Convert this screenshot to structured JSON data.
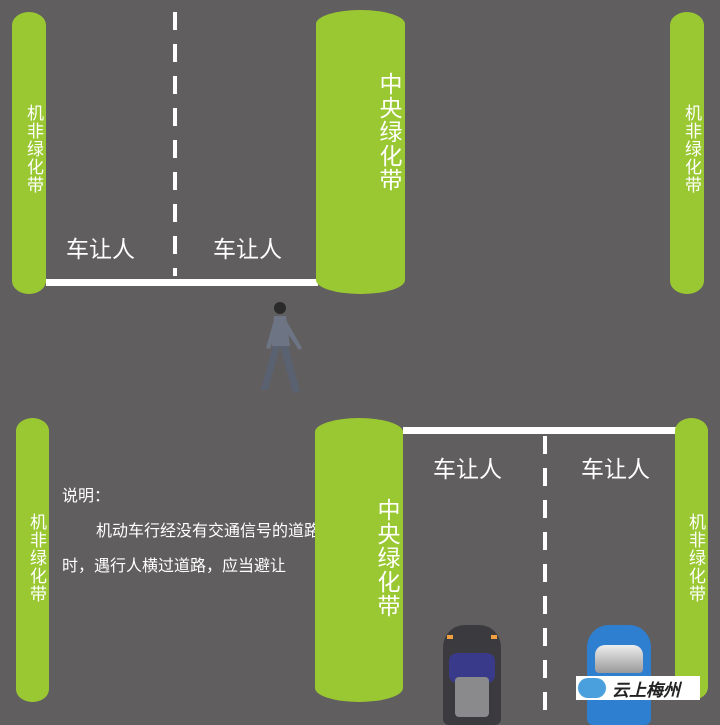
{
  "labels": {
    "bike_lane_belt": "机非绿化带",
    "median_belt": "中央绿化带",
    "yield_to_pedestrian": "车让人"
  },
  "note": {
    "title": "说明：",
    "body": "机动车行经没有交通信号的道路时，遇行人横过道路，应当避让"
  },
  "watermark": "云上梅州",
  "colors": {
    "road": "#605e5f",
    "green_belt": "#9ac832",
    "marking": "#ffffff",
    "car_blue": "#2f7fd0",
    "car_dark": "#3a3a5a"
  }
}
